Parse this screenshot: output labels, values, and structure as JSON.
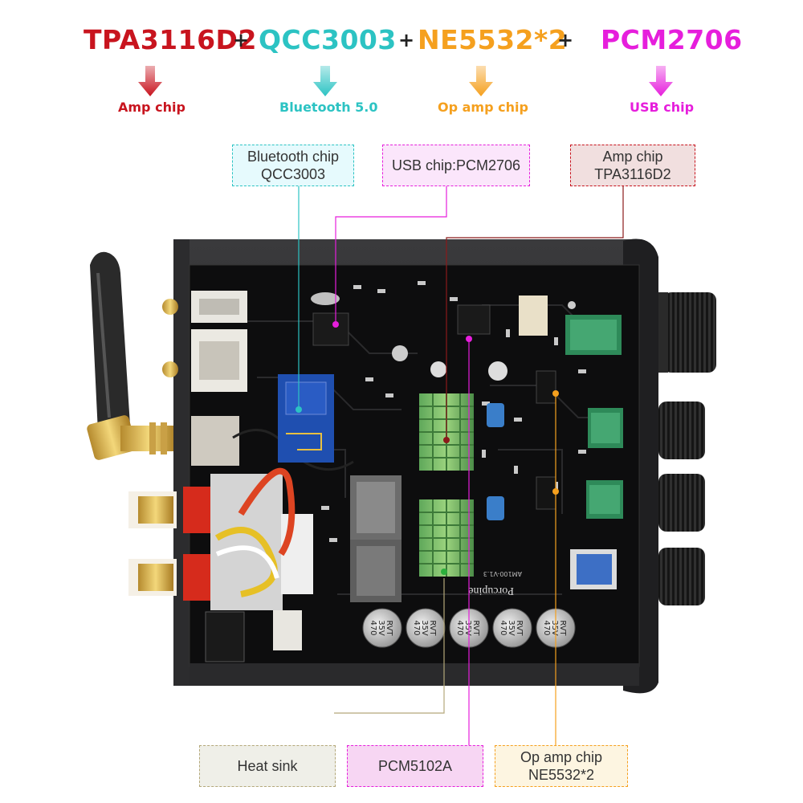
{
  "header": {
    "items": [
      {
        "title": "TPA3116D2",
        "sub": "Amp chip",
        "color": "#c8141e"
      },
      {
        "title": "QCC3003",
        "sub": "Bluetooth 5.0",
        "color": "#2cc3c3"
      },
      {
        "title": "NE5532*2",
        "sub": "Op amp chip",
        "color": "#f5a01e"
      },
      {
        "title": "PCM2706",
        "sub": "USB chip",
        "color": "#e61edc"
      }
    ],
    "plus": "+"
  },
  "callouts_top": {
    "bluetooth": {
      "line1": "Bluetooth chip",
      "line2": "QCC3003",
      "bg": "#e6fafd",
      "border": "#2cc3c3"
    },
    "usb": {
      "line1": "USB chip:PCM2706",
      "bg": "#fbe6fb",
      "border": "#e61edc"
    },
    "amp": {
      "line1": "Amp chip",
      "line2": "TPA3116D2",
      "bg": "#f1dfdf",
      "border": "#c8141e"
    }
  },
  "callouts_bottom": {
    "heatsink": {
      "line1": "Heat sink",
      "bg": "#efefe8",
      "border": "#b4a87a"
    },
    "pcm5102a": {
      "line1": "PCM5102A",
      "bg": "#f7d6f3",
      "border": "#e61edc"
    },
    "opamp": {
      "line1": "Op amp chip",
      "line2": "NE5532*2",
      "bg": "#fdf5e1",
      "border": "#f5a01e"
    }
  },
  "board": {
    "brand": "Porcupine",
    "model": "AM100-V1.3",
    "capacitors": [
      {
        "l1": "470",
        "l2": "35V",
        "l3": "RVT"
      },
      {
        "l1": "470",
        "l2": "35V",
        "l3": "RVT"
      },
      {
        "l1": "470",
        "l2": "35V",
        "l3": "RVT"
      },
      {
        "l1": "470",
        "l2": "35V",
        "l3": "RVT"
      },
      {
        "l1": "470",
        "l2": "35V",
        "l3": "RVT"
      }
    ]
  }
}
